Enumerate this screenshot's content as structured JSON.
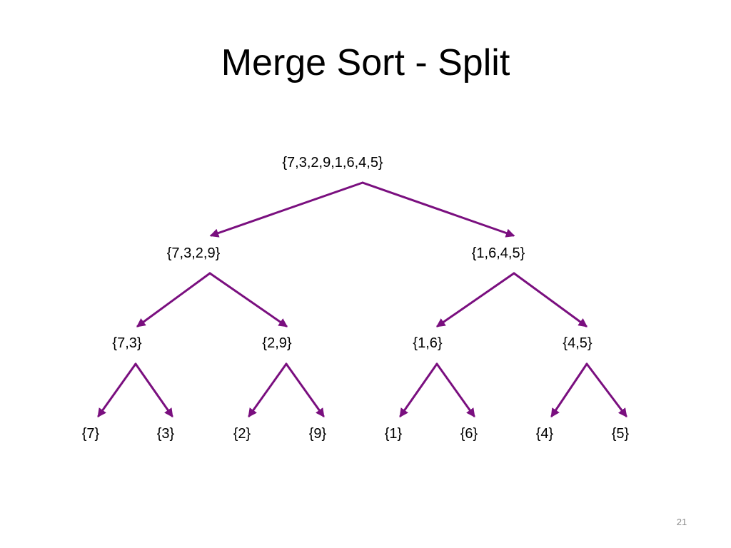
{
  "title": "Merge Sort - Split",
  "page_number": "21",
  "colors": {
    "arrow": "#7a0f7f",
    "text": "#000000",
    "page_number": "#8c8c8c"
  },
  "tree": {
    "level0": [
      "{7,3,2,9,1,6,4,5}"
    ],
    "level1": [
      "{7,3,2,9}",
      "{1,6,4,5}"
    ],
    "level2": [
      "{7,3}",
      "{2,9}",
      "{1,6}",
      "{4,5}"
    ],
    "level3": [
      "{7}",
      "{3}",
      "{2}",
      "{9}",
      "{1}",
      "{6}",
      "{4}",
      "{5}"
    ]
  }
}
